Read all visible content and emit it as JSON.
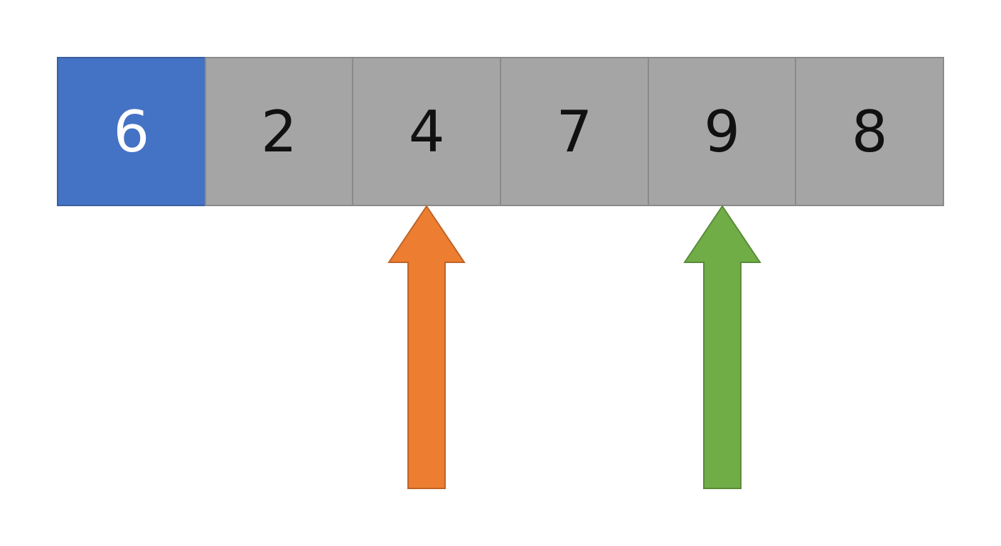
{
  "array": {
    "cells": [
      {
        "value": "6",
        "role": "pivot"
      },
      {
        "value": "2",
        "role": "element"
      },
      {
        "value": "4",
        "role": "element"
      },
      {
        "value": "7",
        "role": "element"
      },
      {
        "value": "9",
        "role": "element"
      },
      {
        "value": "8",
        "role": "element"
      }
    ]
  },
  "colors": {
    "pivot": "#4472c4",
    "element": "#a5a5a5",
    "left_pointer": "#ed7d31",
    "right_pointer": "#70ad47"
  },
  "pointers": [
    {
      "name": "left-pointer-arrow",
      "target_index": 2,
      "color_key": "left_pointer",
      "direction": "up"
    },
    {
      "name": "right-pointer-arrow",
      "target_index": 4,
      "color_key": "right_pointer",
      "direction": "up"
    }
  ]
}
